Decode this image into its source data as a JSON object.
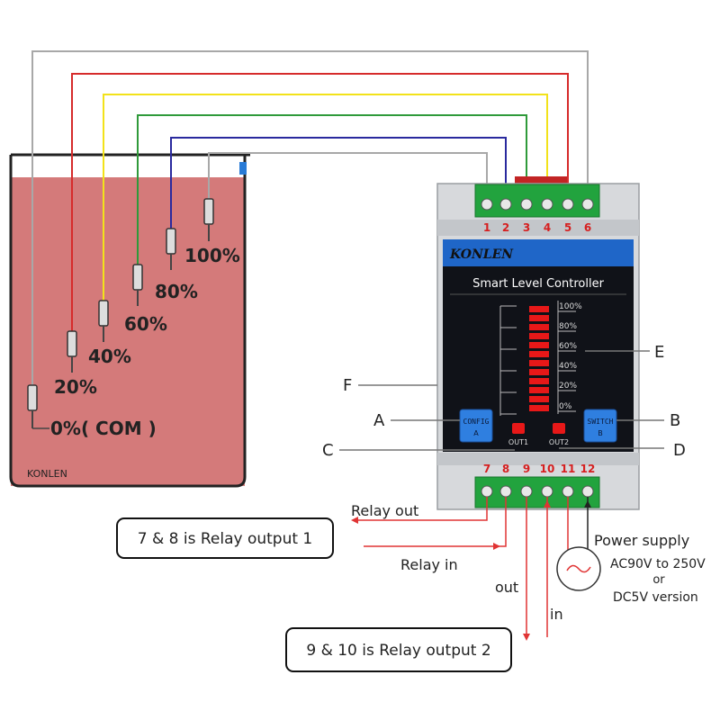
{
  "tank": {
    "brand": "KONLEN",
    "level_labels": [
      "0%( COM )",
      "20%",
      "40%",
      "60%",
      "80%",
      "100%"
    ]
  },
  "controller": {
    "brand": "KONLEN",
    "title": "Smart Level Controller",
    "top_terminals": [
      "1",
      "2",
      "3",
      "4",
      "5",
      "6"
    ],
    "bottom_terminals": [
      "7",
      "8",
      "9",
      "10",
      "11",
      "12"
    ],
    "scale": [
      "100%",
      "80%",
      "60%",
      "40%",
      "20%",
      "0%"
    ],
    "config_button": {
      "line1": "CONFIG",
      "line2": "A"
    },
    "switch_button": {
      "line1": "SWITCH",
      "line2": "B"
    },
    "out1": "OUT1",
    "out2": "OUT2"
  },
  "callouts": {
    "a": "A",
    "b": "B",
    "c": "C",
    "d": "D",
    "e": "E",
    "f": "F"
  },
  "relay": {
    "relay_out": "Relay out",
    "relay_in": "Relay in",
    "out": "out",
    "in": "in",
    "box1": "7 & 8 is Relay output 1",
    "box2": "9 & 10 is Relay output 2"
  },
  "power": {
    "line1": "Power supply",
    "line2": "AC90V to 250V",
    "line3": "or",
    "line4": "DC5V version"
  },
  "colors": {
    "water": "#d47a7a",
    "wire_gray": "#a8a8a8",
    "wire_red": "#d62b2b",
    "wire_yellow": "#f2e21a",
    "wire_green": "#2f9a3a",
    "wire_blue": "#2a2a9e",
    "terminal_green": "#22a33e",
    "panel_dark": "#101218",
    "panel_blue": "#1f66c8",
    "button_blue": "#2f7fe0",
    "led_red": "#e81818"
  }
}
